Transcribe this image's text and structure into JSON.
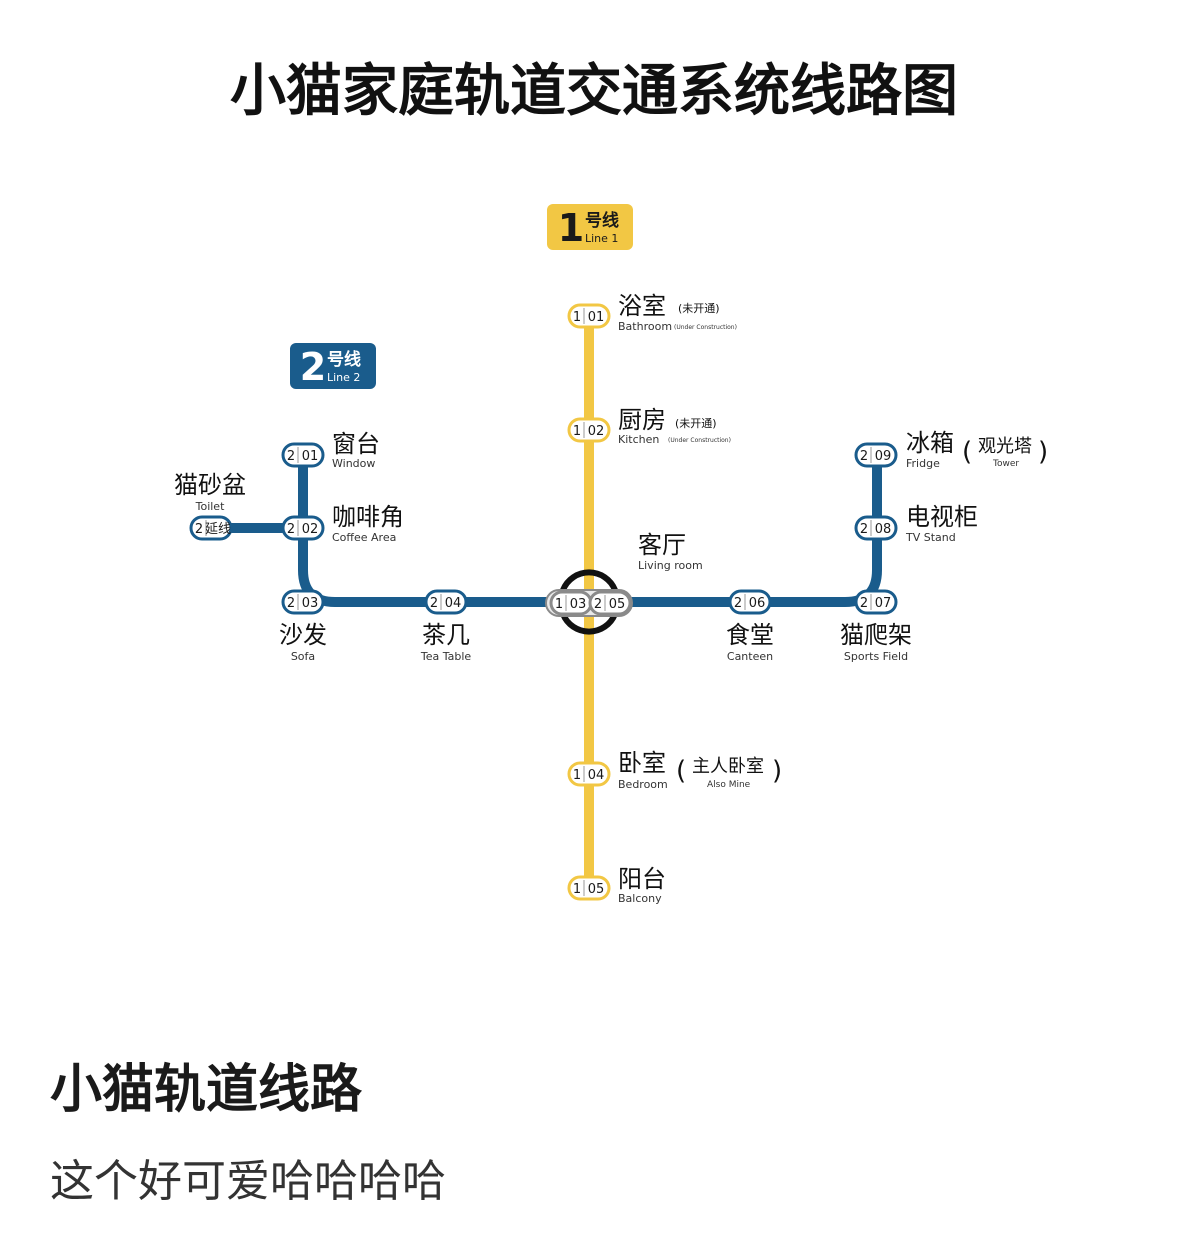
{
  "map_title": "小猫家庭轨道交通系统线路图",
  "colors": {
    "line1": "#F2C744",
    "line2": "#1A5C8C",
    "badge_text": "#1a1a1a",
    "label_cn": "#111111",
    "label_en": "#333333"
  },
  "lines": [
    {
      "id": "line1",
      "number": "1",
      "name_cn": "号线",
      "name_en": "Line 1"
    },
    {
      "id": "line2",
      "number": "2",
      "name_cn": "号线",
      "name_en": "Line 2"
    }
  ],
  "stations": [
    {
      "id": "bathroom",
      "line": "1",
      "code": "01",
      "name_cn": "浴室",
      "name_en": "Bathroom",
      "note_cn": "(未开通)",
      "note_en": "(Under Construction)"
    },
    {
      "id": "kitchen",
      "line": "1",
      "code": "02",
      "name_cn": "厨房",
      "name_en": "Kitchen",
      "note_cn": "(未开通)",
      "note_en": "(Under Construction)"
    },
    {
      "id": "living-room-1",
      "line": "1",
      "code": "03",
      "name_cn": "客厅",
      "name_en": "Living room"
    },
    {
      "id": "living-room-2",
      "line": "2",
      "code": "05"
    },
    {
      "id": "bedroom",
      "line": "1",
      "code": "04",
      "name_cn": "卧室",
      "name_en": "Bedroom",
      "note_cn": "主人卧室",
      "note_en": "Also Mine"
    },
    {
      "id": "balcony",
      "line": "1",
      "code": "05",
      "name_cn": "阳台",
      "name_en": "Balcony"
    },
    {
      "id": "window",
      "line": "2",
      "code": "01",
      "name_cn": "窗台",
      "name_en": "Window"
    },
    {
      "id": "coffee-area",
      "line": "2",
      "code": "02",
      "name_cn": "咖啡角",
      "name_en": "Coffee Area"
    },
    {
      "id": "sofa",
      "line": "2",
      "code": "03",
      "name_cn": "沙发",
      "name_en": "Sofa"
    },
    {
      "id": "tea-table",
      "line": "2",
      "code": "04",
      "name_cn": "茶几",
      "name_en": "Tea Table"
    },
    {
      "id": "canteen",
      "line": "2",
      "code": "06",
      "name_cn": "食堂",
      "name_en": "Canteen"
    },
    {
      "id": "sports-field",
      "line": "2",
      "code": "07",
      "name_cn": "猫爬架",
      "name_en": "Sports Field"
    },
    {
      "id": "tv-stand",
      "line": "2",
      "code": "08",
      "name_cn": "电视柜",
      "name_en": "TV Stand"
    },
    {
      "id": "fridge",
      "line": "2",
      "code": "09",
      "name_cn": "冰箱",
      "name_en": "Fridge",
      "note_cn": "观光塔",
      "note_en": "Tower"
    },
    {
      "id": "toilet",
      "line": "2",
      "code": "延线",
      "name_cn": "猫砂盆",
      "name_en": "Toilet"
    }
  ],
  "post": {
    "title": "小猫轨道线路",
    "body": "这个好可爱哈哈哈哈"
  }
}
